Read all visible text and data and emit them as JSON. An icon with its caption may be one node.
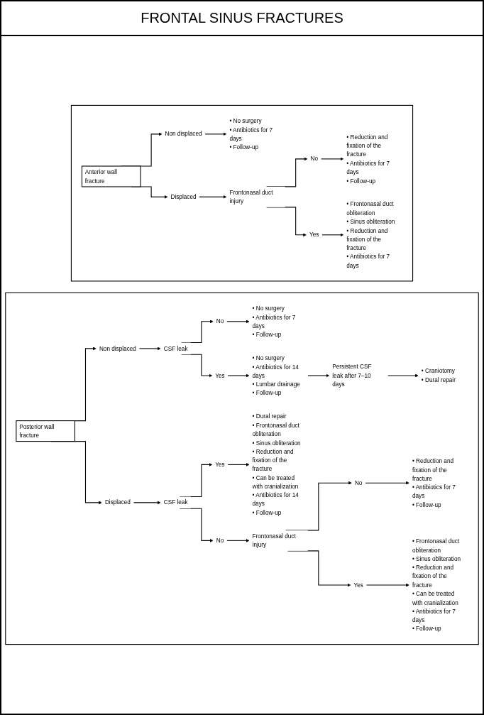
{
  "diagram": {
    "title": "FRONTAL SINUS FRACTURES",
    "nodes": [
      {
        "text": [],
        "shape": "box"
      },
      {
        "text": [
          "Anterior wall fracture"
        ],
        "in": 0
      },
      {
        "text": [
          "Non displaced"
        ],
        "in": 0
      },
      {
        "text": [
          "• No surgery",
          "• Antibiotics for 7 days",
          "• Follow-up"
        ],
        "in": 0
      },
      {
        "text": [
          "Displaced"
        ],
        "in": 0
      },
      {
        "text": [
          "Frontonasal duct injury"
        ],
        "in": 0
      },
      {
        "text": [
          "No"
        ],
        "in": 0
      },
      {
        "text": [
          "• Reduction and fixation of the fracture",
          "• Antibiotics for 7 days",
          "• Follow-up"
        ],
        "in": 0
      },
      {
        "text": [
          "Yes"
        ],
        "in": 0
      },
      {
        "text": [
          "• Frontonasal duct obliteration",
          "• Sinus obliteration",
          "• Reduction and fixation of the fracture",
          "• Antibiotics for 7 days"
        ],
        "in": 0
      },
      {
        "text": [],
        "shape": "box"
      },
      {
        "text": [
          "Posterior wall fracture"
        ],
        "in": 10
      },
      {
        "text": [
          "Non displaced"
        ],
        "in": 10
      },
      {
        "text": [
          "CSF leak"
        ],
        "in": 10
      },
      {
        "text": [
          "No"
        ],
        "in": 10
      },
      {
        "text": [
          "• No surgery",
          "• Antibiotics for 7 days",
          "• Follow-up"
        ],
        "in": 10
      },
      {
        "text": [
          "Yes"
        ],
        "in": 10
      },
      {
        "text": [
          "• No surgery",
          "• Antibiotics for 14 days",
          "• Lumbar drainage",
          "• Follow-up"
        ],
        "in": 10
      },
      {
        "text": [
          "Persistent CSF leak after 7–10 days"
        ],
        "in": 10
      },
      {
        "text": [
          "• Craniotomy",
          "• Dural repair"
        ],
        "in": 10
      },
      {
        "text": [
          "Displaced"
        ],
        "in": 10
      },
      {
        "text": [
          "CSF leak"
        ],
        "in": 10
      },
      {
        "text": [
          "Yes"
        ],
        "in": 10
      },
      {
        "text": [
          "• Dural repair",
          "• Frontonasal duct obliteration",
          "• Sinus obliteration",
          "• Reduction and fixation of the fracture",
          "• Can be treated with cranialization",
          "• Antibiotics for 14 days",
          "• Follow-up"
        ],
        "in": 10
      },
      {
        "text": [
          "No"
        ],
        "in": 10
      },
      {
        "text": [
          "Frontonasal duct injury"
        ],
        "in": 10
      },
      {
        "text": [
          "No"
        ],
        "in": 10
      },
      {
        "text": [
          "• Reduction and fixation of the fracture",
          "• Antibiotics for 7 days",
          "• Follow-up"
        ],
        "in": 10
      },
      {
        "text": [
          "Yes"
        ],
        "in": 10
      },
      {
        "text": [
          "• Frontonasal duct obliteration",
          "• Sinus obliteration",
          "• Reduction and fixation of the fracture",
          "• Can be treated with cranialization",
          "• Antibiotics for 7 days",
          "• Follow-up"
        ],
        "in": 10
      }
    ],
    "edges": [
      {
        "from": 1,
        "to": 2,
        "arrow": "to"
      },
      {
        "from": 2,
        "to": 3,
        "arrow": "to"
      },
      {
        "from": 1,
        "to": 4,
        "arrow": "to"
      },
      {
        "from": 4,
        "to": 5,
        "arrow": "to"
      },
      {
        "from": 5,
        "to": 6,
        "arrow": "to"
      },
      {
        "from": 6,
        "to": 7,
        "arrow": "to"
      },
      {
        "from": 5,
        "to": 8,
        "arrow": "to"
      },
      {
        "from": 8,
        "to": 9,
        "arrow": "to"
      },
      {
        "from": 11,
        "to": 12,
        "arrow": "to"
      },
      {
        "from": 12,
        "to": 13,
        "arrow": "to"
      },
      {
        "from": 13,
        "to": 14,
        "arrow": "to"
      },
      {
        "from": 14,
        "to": 15,
        "arrow": "to"
      },
      {
        "from": 13,
        "to": 16,
        "arrow": "to"
      },
      {
        "from": 16,
        "to": 17,
        "arrow": "to"
      },
      {
        "from": 17,
        "to": 18,
        "arrow": "to"
      },
      {
        "from": 18,
        "to": 19,
        "arrow": "to"
      },
      {
        "from": 11,
        "to": 20,
        "arrow": "to"
      },
      {
        "from": 20,
        "to": 21,
        "arrow": "to"
      },
      {
        "from": 21,
        "to": 22,
        "arrow": "to"
      },
      {
        "from": 22,
        "to": 23,
        "arrow": "to"
      },
      {
        "from": 21,
        "to": 24,
        "arrow": "to"
      },
      {
        "from": 24,
        "to": 25,
        "arrow": "to"
      },
      {
        "from": 25,
        "to": 26,
        "arrow": "to"
      },
      {
        "from": 26,
        "to": 27,
        "arrow": "to"
      },
      {
        "from": 25,
        "to": 28,
        "arrow": "to"
      },
      {
        "from": 28,
        "to": 29,
        "arrow": "to"
      }
    ]
  }
}
